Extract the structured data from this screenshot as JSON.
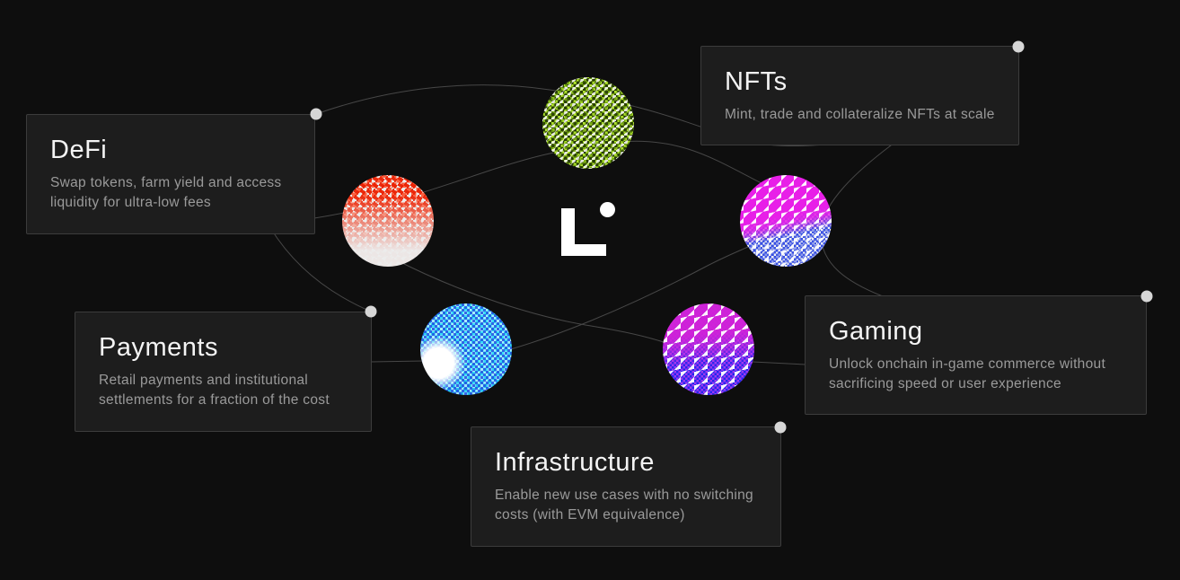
{
  "page": {
    "background_color": "#0e0e0e",
    "card_background": "#1d1d1d",
    "card_border": "#3c3c3c",
    "line_color": "#474747",
    "dot_color": "#d6d6d6"
  },
  "logo": {
    "name": "linea-mark",
    "color": "#ffffff"
  },
  "cards": [
    {
      "id": "defi",
      "title": "DeFi",
      "description": "Swap tokens, farm yield and access liquidity for ultra-low fees"
    },
    {
      "id": "nfts",
      "title": "NFTs",
      "description": "Mint, trade and collateralize NFTs at scale"
    },
    {
      "id": "payments",
      "title": "Payments",
      "description": "Retail payments and institutional settlements for a fraction of the cost"
    },
    {
      "id": "gaming",
      "title": "Gaming",
      "description": "Unlock onchain in-game commerce without sacrificing speed or user experience"
    },
    {
      "id": "infrastructure",
      "title": "Infrastructure",
      "description": "Enable new use cases with no switching costs (with EVM equivalence)"
    }
  ],
  "spheres": [
    {
      "name": "defi-sphere",
      "colors": [
        "#ea2002",
        "#ebebeb"
      ]
    },
    {
      "name": "nfts-sphere",
      "colors": [
        "#b2e22c",
        "#122200",
        "#ffffff"
      ]
    },
    {
      "name": "gaming-sphere",
      "colors": [
        "#e81fe8",
        "#2640e0",
        "#ffffff"
      ]
    },
    {
      "name": "payments-sphere",
      "colors": [
        "#36dcf6",
        "#1c46e1",
        "#ffffff"
      ]
    },
    {
      "name": "infrastructure-sphere",
      "colors": [
        "#d022d8",
        "#2427ee",
        "#ffffff"
      ]
    }
  ]
}
